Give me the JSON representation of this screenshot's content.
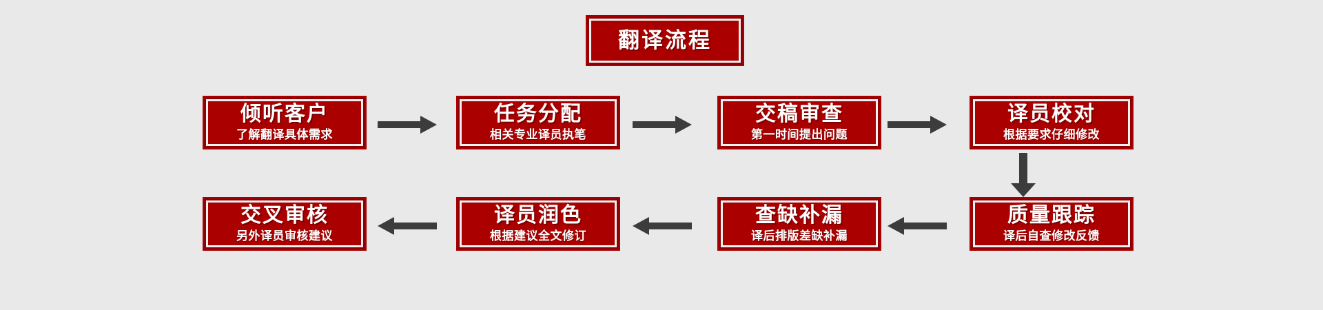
{
  "diagram": {
    "title": "翻译流程",
    "background_color": "#e9e9e9",
    "node_fill_color": "#aa0000",
    "node_border_color": "#8f0004",
    "node_inner_border_color": "#f2f0f0",
    "node_text_color": "#ffffff",
    "arrow_color": "#3c3c3c"
  },
  "header": {
    "label": "翻译流程"
  },
  "nodes": [
    {
      "id": "listen-to-client",
      "title": "倾听客户",
      "subtitle": "了解翻译具体需求",
      "step": 1,
      "row": 1
    },
    {
      "id": "task-assignment",
      "title": "任务分配",
      "subtitle": "相关专业译员执笔",
      "step": 2,
      "row": 1
    },
    {
      "id": "draft-review",
      "title": "交稿审查",
      "subtitle": "第一时间提出问题",
      "step": 3,
      "row": 1
    },
    {
      "id": "translator-proofreading",
      "title": "译员校对",
      "subtitle": "根据要求仔细修改",
      "step": 4,
      "row": 1
    },
    {
      "id": "quality-tracking",
      "title": "质量跟踪",
      "subtitle": "译后自查修改反馈",
      "step": 5,
      "row": 2
    },
    {
      "id": "gap-filling",
      "title": "查缺补漏",
      "subtitle": "译后排版差缺补漏",
      "step": 6,
      "row": 2
    },
    {
      "id": "translator-polishing",
      "title": "译员润色",
      "subtitle": "根据建议全文修订",
      "step": 7,
      "row": 2
    },
    {
      "id": "cross-review",
      "title": "交叉审核",
      "subtitle": "另外译员审核建议",
      "step": 8,
      "row": 2
    }
  ],
  "connectors": [
    {
      "id": "arrow-1",
      "from": "listen-to-client",
      "to": "task-assignment",
      "direction": "right"
    },
    {
      "id": "arrow-2",
      "from": "task-assignment",
      "to": "draft-review",
      "direction": "right"
    },
    {
      "id": "arrow-3",
      "from": "draft-review",
      "to": "translator-proofreading",
      "direction": "right"
    },
    {
      "id": "arrow-4",
      "from": "translator-proofreading",
      "to": "quality-tracking",
      "direction": "down"
    },
    {
      "id": "arrow-5",
      "from": "quality-tracking",
      "to": "gap-filling",
      "direction": "left"
    },
    {
      "id": "arrow-6",
      "from": "gap-filling",
      "to": "translator-polishing",
      "direction": "left"
    },
    {
      "id": "arrow-7",
      "from": "translator-polishing",
      "to": "cross-review",
      "direction": "left"
    }
  ]
}
